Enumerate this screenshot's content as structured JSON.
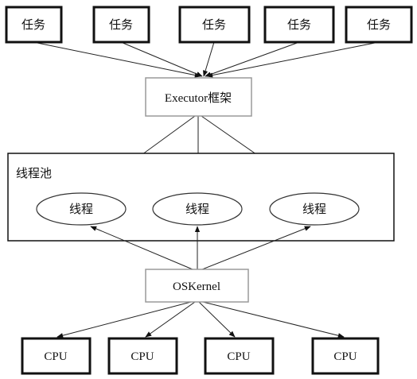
{
  "tasks": [
    "任务",
    "任务",
    "任务",
    "任务",
    "任务"
  ],
  "executor": {
    "label": "Executor框架"
  },
  "pool": {
    "title": "线程池",
    "threads": [
      "线程",
      "线程",
      "线程"
    ]
  },
  "kernel": {
    "label": "OSKernel"
  },
  "cpus": [
    "CPU",
    "CPU",
    "CPU",
    "CPU"
  ]
}
